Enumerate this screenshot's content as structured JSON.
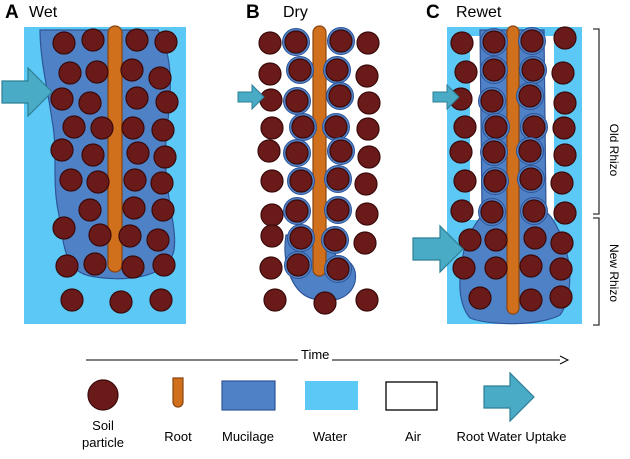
{
  "panels": [
    {
      "letter": "A",
      "name": "Wet"
    },
    {
      "letter": "B",
      "name": "Dry"
    },
    {
      "letter": "C",
      "name": "Rewet"
    }
  ],
  "zones": {
    "old": "Old Rhizo",
    "new": "New Rhizo"
  },
  "time_label": "Time",
  "legend": [
    {
      "key": "soil",
      "label_line1": "Soil",
      "label_line2": "particle"
    },
    {
      "key": "root",
      "label": "Root"
    },
    {
      "key": "mucilage",
      "label": "Mucilage"
    },
    {
      "key": "water",
      "label": "Water"
    },
    {
      "key": "air",
      "label": "Air"
    },
    {
      "key": "uptake",
      "label": "Root Water Uptake"
    }
  ],
  "colors": {
    "water": "#5bc8f5",
    "mucilage": "#4f81c7",
    "mucilage_edge": "#2f5597",
    "root": "#d0701c",
    "root_edge": "#8a4510",
    "soil": "#6b1a1a",
    "soil_edge": "#3a0a0a",
    "uptake_arrow": "#4aabc6",
    "uptake_arrow_edge": "#2e7f96"
  },
  "icons": [
    "soil-particle-icon",
    "root-icon",
    "mucilage-icon",
    "water-icon",
    "air-icon",
    "root-water-uptake-arrow-icon"
  ]
}
